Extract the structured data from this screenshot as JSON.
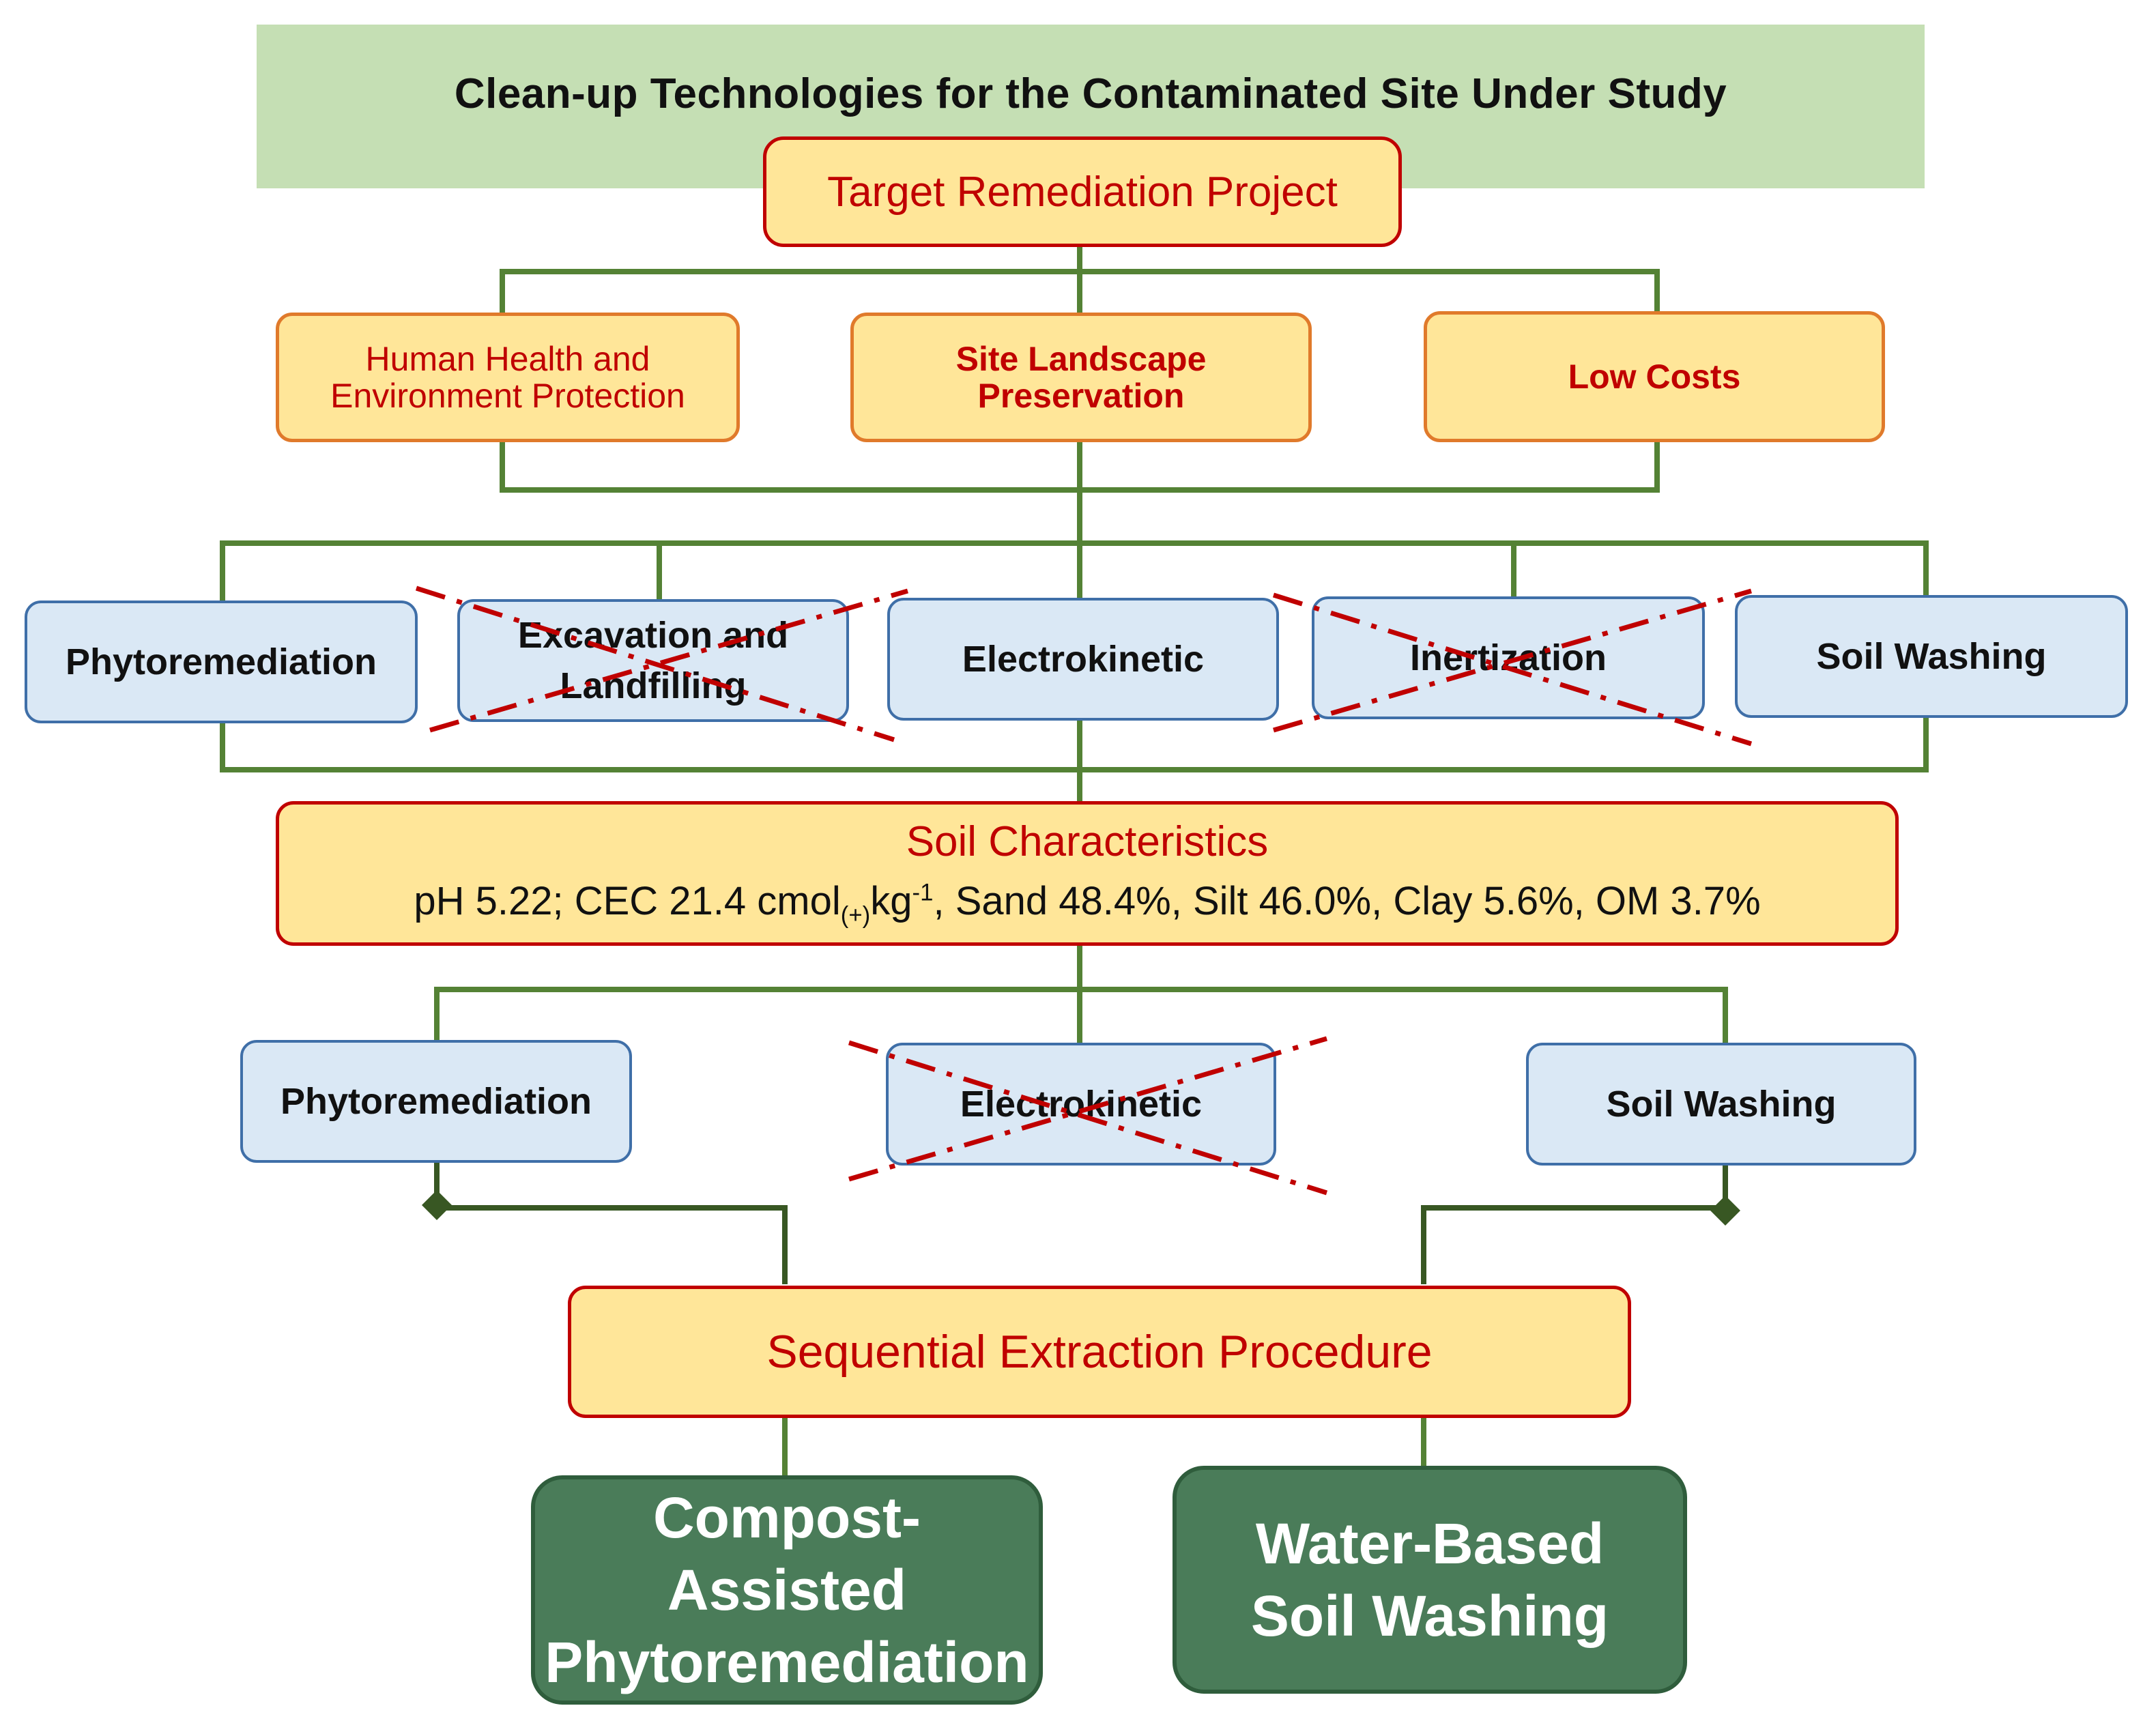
{
  "title": "Clean-up Technologies for the Contaminated Site Under Study",
  "target": "Target Remediation Project",
  "criteria": {
    "health": [
      "Human Health and",
      "Environment Protection"
    ],
    "landscape": [
      "Site Landscape",
      "Preservation"
    ],
    "costs": "Low Costs"
  },
  "technologies": {
    "phyto": "Phytoremediation",
    "excavation": [
      "Excavation and",
      "Landfilling"
    ],
    "electro": "Electrokinetic",
    "inertization": "Inertization",
    "washing": "Soil Washing"
  },
  "soil": {
    "heading": "Soil Characteristics",
    "ph": "pH 5.22; CEC 21.4 cmol",
    "cec_sub": "(+)",
    "kg": "kg",
    "kg_sup": "-1",
    "rest": ", Sand 48.4%, Silt 46.0%, Clay 5.6%, OM 3.7%"
  },
  "selection": {
    "phyto": "Phytoremediation",
    "electro": "Electrokinetic",
    "washing": "Soil Washing"
  },
  "sequential": "Sequential Extraction Procedure",
  "outcomes": {
    "compost": [
      "Compost-Assisted",
      "Phytoremediation"
    ],
    "water": [
      "Water-Based",
      "Soil Washing"
    ]
  },
  "colors": {
    "connector_green": "#548235",
    "dark_connector": "#385723",
    "cross_red": "#c00000",
    "band_green": "#c5dfb4",
    "box_yellow": "#ffe699",
    "box_blue": "#dae8f5",
    "box_dark_green": "#4a7c59"
  }
}
